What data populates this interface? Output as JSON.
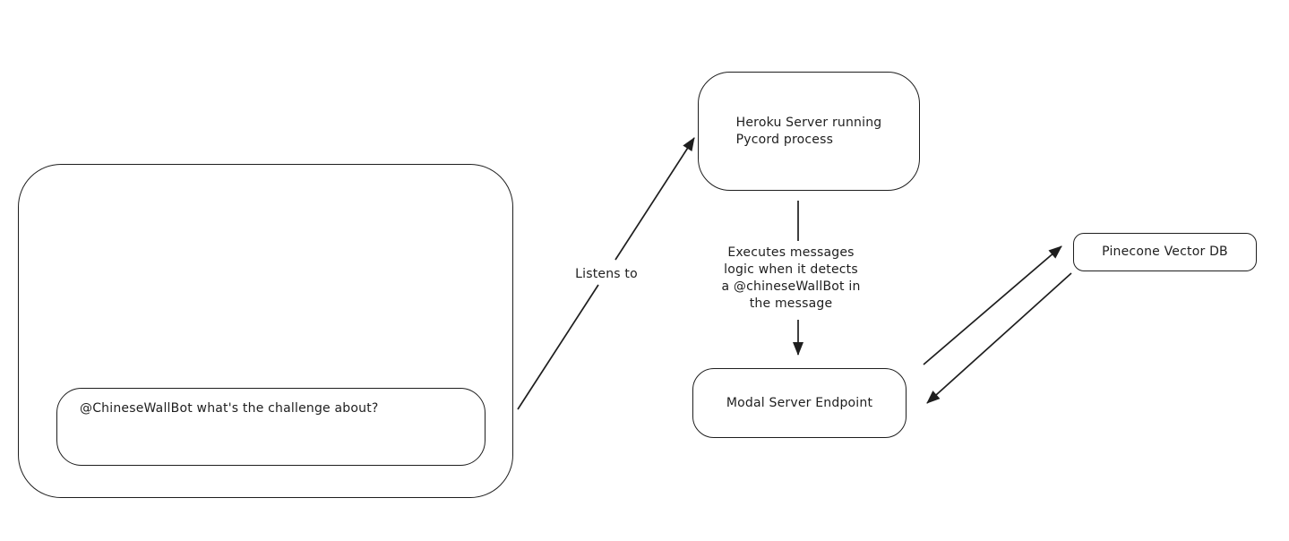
{
  "canvas": {
    "background": "#ffffff",
    "stroke_color": "#1e1e1e"
  },
  "nodes": {
    "message": {
      "label": "@ChineseWallBot what's the challenge about?"
    },
    "heroku": {
      "label": "Heroku Server running\nPycord process"
    },
    "modal": {
      "label": "Modal Server Endpoint"
    },
    "pinecone": {
      "label": "Pinecone Vector DB"
    }
  },
  "edges": {
    "listens_to": {
      "label": "Listens to"
    },
    "executes": {
      "label": "Executes messages\nlogic when it detects\na @chineseWallBot in\nthe message"
    }
  }
}
